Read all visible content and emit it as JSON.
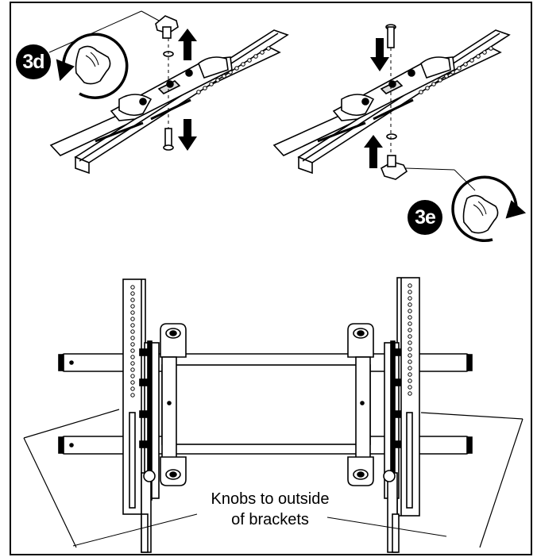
{
  "steps": {
    "step_3d": "3d",
    "step_3e": "3e"
  },
  "callout": {
    "line1": "Knobs to outside",
    "line2": "of brackets"
  }
}
